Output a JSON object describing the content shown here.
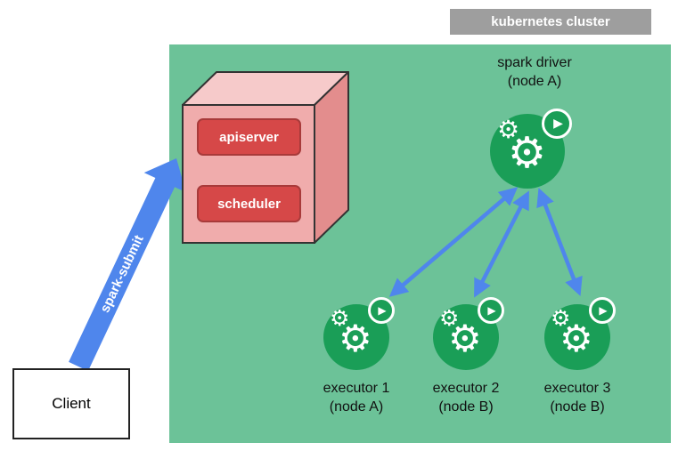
{
  "cluster_label": "kubernetes cluster",
  "control_plane": {
    "apiserver_label": "apiserver",
    "scheduler_label": "scheduler"
  },
  "spark_submit_label": "spark-submit",
  "driver": {
    "title": "spark driver",
    "subtitle": "(node A)"
  },
  "executors": [
    {
      "title": "executor 1",
      "subtitle": "(node A)"
    },
    {
      "title": "executor 2",
      "subtitle": "(node B)"
    },
    {
      "title": "executor 3",
      "subtitle": "(node B)"
    }
  ],
  "client_label": "Client",
  "icons": {
    "gear": "⚙",
    "play": "▶"
  },
  "colors": {
    "cluster_bg": "#6cc298",
    "cluster_label_bg": "#9e9e9e",
    "arrow_blue": "#4f86ec",
    "control_plane_box": "#d64848",
    "cube_front": "#f0acac",
    "cube_top": "#f6caca",
    "cube_side": "#e38d8d",
    "pod_green": "#1a9e57"
  }
}
